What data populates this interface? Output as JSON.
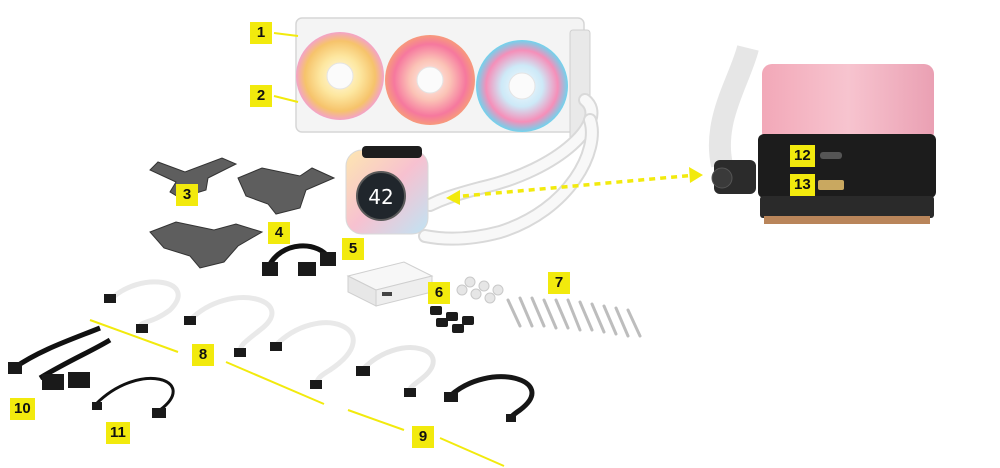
{
  "diagram": {
    "callouts": [
      {
        "id": "1",
        "label": "1"
      },
      {
        "id": "2",
        "label": "2"
      },
      {
        "id": "3",
        "label": "3"
      },
      {
        "id": "4",
        "label": "4"
      },
      {
        "id": "5",
        "label": "5"
      },
      {
        "id": "6",
        "label": "6"
      },
      {
        "id": "7",
        "label": "7"
      },
      {
        "id": "8",
        "label": "8"
      },
      {
        "id": "9",
        "label": "9"
      },
      {
        "id": "10",
        "label": "10"
      },
      {
        "id": "11",
        "label": "11"
      },
      {
        "id": "12",
        "label": "12"
      },
      {
        "id": "13",
        "label": "13"
      }
    ],
    "pump_display_value": "42",
    "colors": {
      "callout_fill": "#f2ea0d",
      "leader_line": "#f2ea0d",
      "product_white": "#f2f2f2",
      "pump_pink": "#f4b6c2",
      "pump_body": "#1c1c1c"
    }
  }
}
